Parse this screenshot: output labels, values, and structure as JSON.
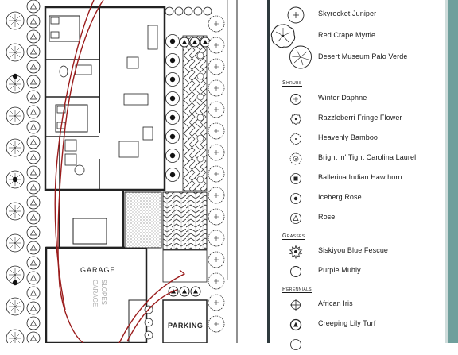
{
  "plan": {
    "garage_label": "GARAGE",
    "garage_note_1": "GARAGE",
    "garage_note_2": "SLOPES",
    "parking_label": "PARKING"
  },
  "legend": {
    "trees": [
      {
        "label": "Skyrocket Juniper",
        "icon": "skyrocket-juniper-icon"
      },
      {
        "label": "Red Crape Myrtle",
        "icon": "crape-myrtle-icon"
      },
      {
        "label": "Desert Museum Palo Verde",
        "icon": "palo-verde-icon"
      }
    ],
    "shrubs_heading": "Shrubs",
    "shrubs": [
      {
        "label": "Winter Daphne",
        "icon": "winter-daphne-icon"
      },
      {
        "label": "Razzleberri Fringe Flower",
        "icon": "fringe-flower-icon"
      },
      {
        "label": "Heavenly Bamboo",
        "icon": "heavenly-bamboo-icon"
      },
      {
        "label": "Bright 'n' Tight Carolina Laurel",
        "icon": "carolina-laurel-icon"
      },
      {
        "label": "Ballerina Indian Hawthorn",
        "icon": "indian-hawthorn-icon"
      },
      {
        "label": "Iceberg Rose",
        "icon": "iceberg-rose-icon"
      },
      {
        "label": "Rose",
        "icon": "rose-icon"
      }
    ],
    "grasses_heading": "Grasses",
    "grasses": [
      {
        "label": "Siskiyou Blue Fescue",
        "icon": "blue-fescue-icon"
      },
      {
        "label": "Purple Muhly",
        "icon": "purple-muhly-icon"
      }
    ],
    "perennials_heading": "Perennials",
    "perennials": [
      {
        "label": "African Iris",
        "icon": "african-iris-icon"
      },
      {
        "label": "Creeping Lily Turf",
        "icon": "lily-turf-icon"
      }
    ]
  },
  "colors": {
    "accent_teal": "#6f9f9c",
    "path_red": "#9b1c1c",
    "line": "#222222"
  }
}
